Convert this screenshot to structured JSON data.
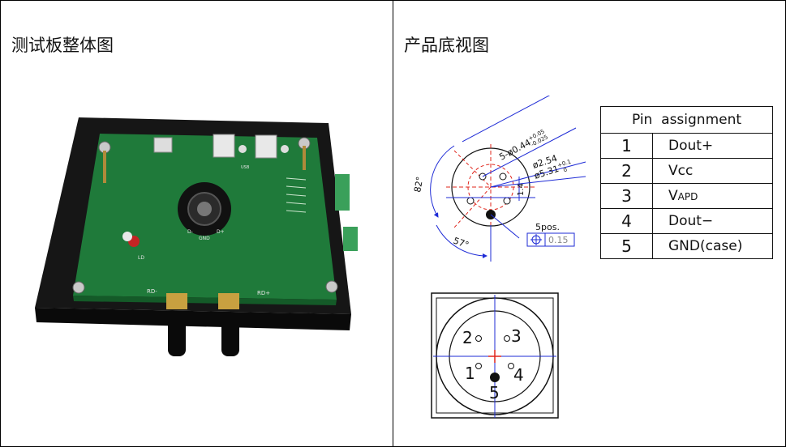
{
  "left_cell": {
    "title": "测试板整体图",
    "board_labels": [
      "RD-",
      "RD+",
      "D-",
      "D+",
      "GND",
      "LD",
      "USB"
    ]
  },
  "right_cell": {
    "title": "产品底视图",
    "drawing": {
      "dim_pin_hole": "5-ø0.44",
      "dim_pin_hole_tol_plus": "+0.05",
      "dim_pin_hole_tol_minus": "-0.025",
      "dim_circle": "ø2.54",
      "dim_outer": "ø5.31",
      "dim_outer_tol_plus": "+0.1",
      "dim_outer_tol_minus": "0",
      "dim_offset": "1.4",
      "angle_82": "82°",
      "angle_57": "57°",
      "pos_label": "5pos.",
      "pos_tol": "0.15",
      "bottom_pins": [
        "1",
        "2",
        "3",
        "4",
        "5"
      ]
    },
    "pin_table": {
      "header_pin": "Pin",
      "header_assign": "assignment",
      "rows": [
        {
          "num": "1",
          "name": "Dout+"
        },
        {
          "num": "2",
          "name": "Vcc"
        },
        {
          "num": "3",
          "name": "V",
          "sub": "APD"
        },
        {
          "num": "4",
          "name": "Dout−"
        },
        {
          "num": "5",
          "name": "GND(case)"
        }
      ]
    }
  },
  "colors": {
    "dim_blue": "#1e2bd6",
    "center_red": "#e0241a",
    "pcb_green": "#1f7a3a",
    "case_black": "#111111"
  }
}
